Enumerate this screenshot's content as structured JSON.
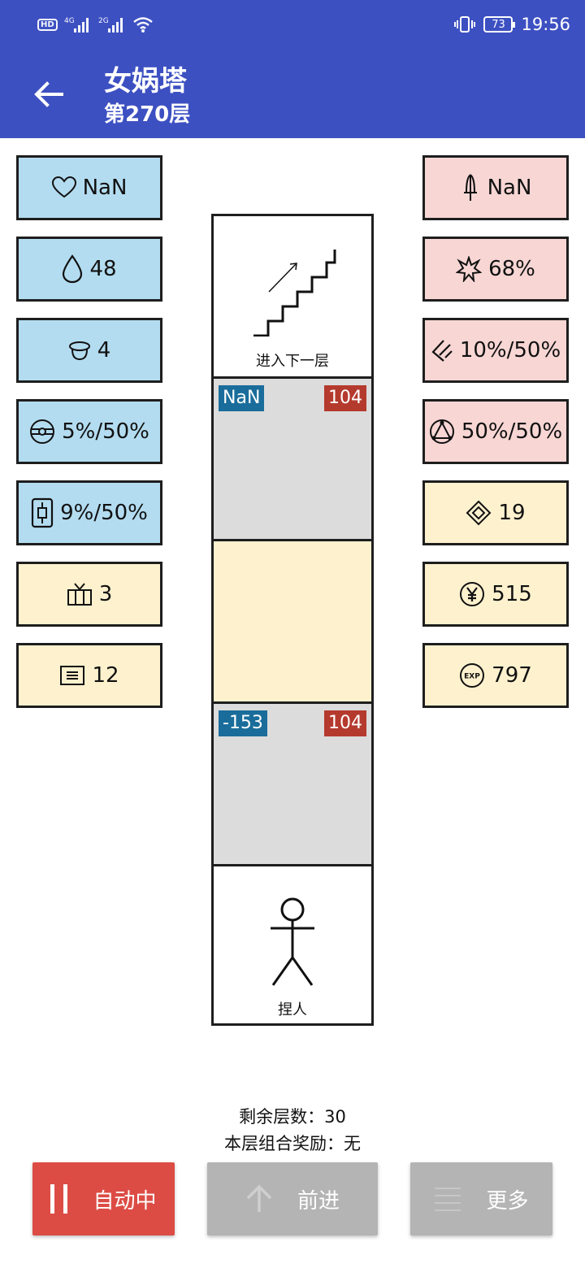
{
  "status_bar": {
    "network": "HD 4G 2G",
    "battery": "73",
    "time": "19:56"
  },
  "app_bar": {
    "title": "女娲塔",
    "subtitle": "第270层"
  },
  "left_stats": [
    {
      "icon": "heart-icon",
      "value": "NaN"
    },
    {
      "icon": "drop-icon",
      "value": "48"
    },
    {
      "icon": "halo-icon",
      "value": "4"
    },
    {
      "icon": "target-icon",
      "value": "5%/50%"
    },
    {
      "icon": "phone-icon",
      "value": "9%/50%"
    },
    {
      "icon": "chest-icon",
      "value": "3"
    },
    {
      "icon": "scroll-icon",
      "value": "12"
    }
  ],
  "right_stats": [
    {
      "icon": "sword-icon",
      "value": "NaN"
    },
    {
      "icon": "burst-icon",
      "value": "68%"
    },
    {
      "icon": "slash-icon",
      "value": "10%/50%"
    },
    {
      "icon": "triangle-circle-icon",
      "value": "50%/50%"
    },
    {
      "icon": "diamond-icon",
      "value": "19"
    },
    {
      "icon": "yen-icon",
      "value": "515"
    },
    {
      "icon": "exp-icon",
      "value": "797"
    }
  ],
  "tower": {
    "top_label": "进入下一层",
    "enemy1": {
      "left": "NaN",
      "right": "104"
    },
    "enemy2": {
      "left": "-153",
      "right": "104"
    },
    "bottom_label": "捏人"
  },
  "info": {
    "remaining": "剩余层数：30",
    "reward": "本层组合奖励：无"
  },
  "buttons": {
    "auto": "自动中",
    "forward": "前进",
    "more": "更多"
  },
  "colors": {
    "primary": "#3d50c2",
    "stat_blue": "#b3dcf0",
    "stat_pink": "#f7d6d4",
    "stat_yellow": "#fef1ce",
    "enemy_tag_blue": "#1a6d9b",
    "enemy_tag_red": "#b53a2e",
    "auto_button": "#dc4c45",
    "disabled_button": "#b4b4b4"
  }
}
